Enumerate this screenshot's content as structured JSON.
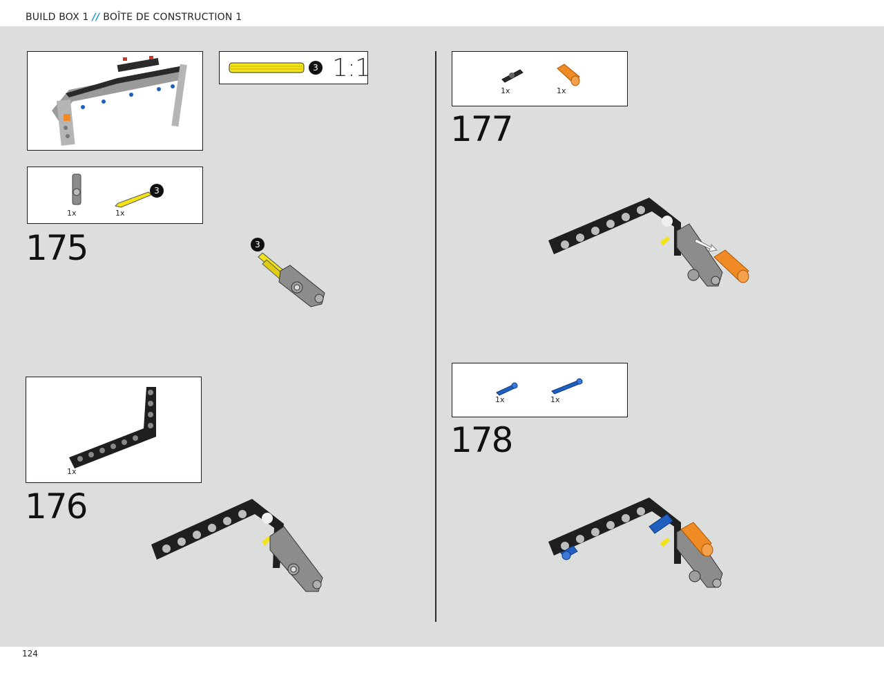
{
  "header": {
    "left": "BUILD BOX 1",
    "separator": "//",
    "right": "BOÎTE DE CONSTRUCTION 1"
  },
  "page_number": "124",
  "scale_ref": {
    "count": "3",
    "ratio": "1:1"
  },
  "steps": [
    {
      "number": "175",
      "parts": [
        {
          "qty": "1x",
          "name": "grey-connector-icon"
        },
        {
          "qty": "1x",
          "name": "yellow-axle-icon",
          "badge": "3"
        }
      ],
      "callout_badge": "3"
    },
    {
      "number": "176",
      "parts": [
        {
          "qty": "1x",
          "name": "bent-beam-icon"
        }
      ]
    },
    {
      "number": "177",
      "parts": [
        {
          "qty": "1x",
          "name": "black-pin-icon"
        },
        {
          "qty": "1x",
          "name": "orange-bush-icon"
        }
      ]
    },
    {
      "number": "178",
      "parts": [
        {
          "qty": "1x",
          "name": "blue-pin-short-icon"
        },
        {
          "qty": "1x",
          "name": "blue-pin-long-icon"
        }
      ]
    }
  ],
  "colors": {
    "background": "#dcdddd",
    "accent": "#1a9ad6",
    "beam_black": "#1f1f1f",
    "part_grey": "#8c8c8c",
    "part_yellow": "#f2e21a",
    "part_orange": "#f08a24",
    "part_blue": "#1f5fbf"
  }
}
